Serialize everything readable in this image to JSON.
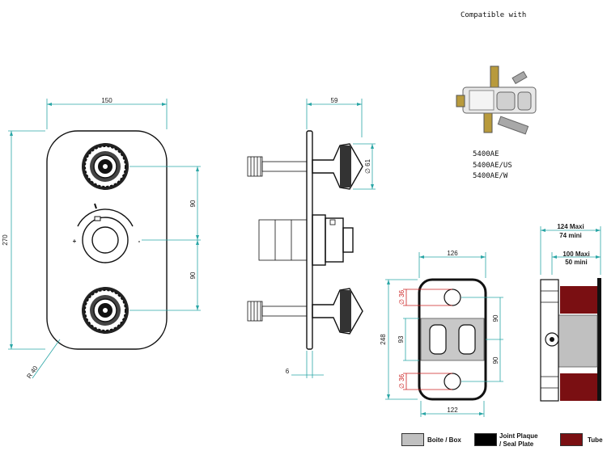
{
  "compatible": {
    "title": "Compatible with",
    "models": [
      "5400AE",
      "5400AE/US",
      "5400AE/W"
    ]
  },
  "front_view": {
    "width_label": "150",
    "height_label": "270",
    "spacing_top_label": "90",
    "spacing_bottom_label": "90",
    "radius_label": "R 40",
    "plus_symbol": "+",
    "minus_symbol": "-"
  },
  "side_view": {
    "depth_label": "59",
    "diameter_label": "∅ 61",
    "plate_thickness_label": "6"
  },
  "box_view": {
    "width_top_label": "126",
    "width_bottom_label": "122",
    "height_label": "248",
    "inner_label": "93",
    "hole_top_label": "∅ 36",
    "hole_bottom_label": "∅ 36",
    "spacing_top_label": "90",
    "spacing_bottom_label": "90"
  },
  "box_side_view": {
    "max_label": "124 Maxi",
    "min_label": "74 mini",
    "max2_label": "100 Maxi",
    "min2_label": "50 mini"
  },
  "legend": {
    "items": [
      {
        "label_line1": "Boite / Box",
        "label_line2": "",
        "color": "#c0c0c0"
      },
      {
        "label_line1": "Joint Plaque",
        "label_line2": "/ Seal Plate",
        "color": "#000000"
      },
      {
        "label_line1": "Tube",
        "label_line2": "",
        "color": "#7a0f12"
      }
    ]
  }
}
